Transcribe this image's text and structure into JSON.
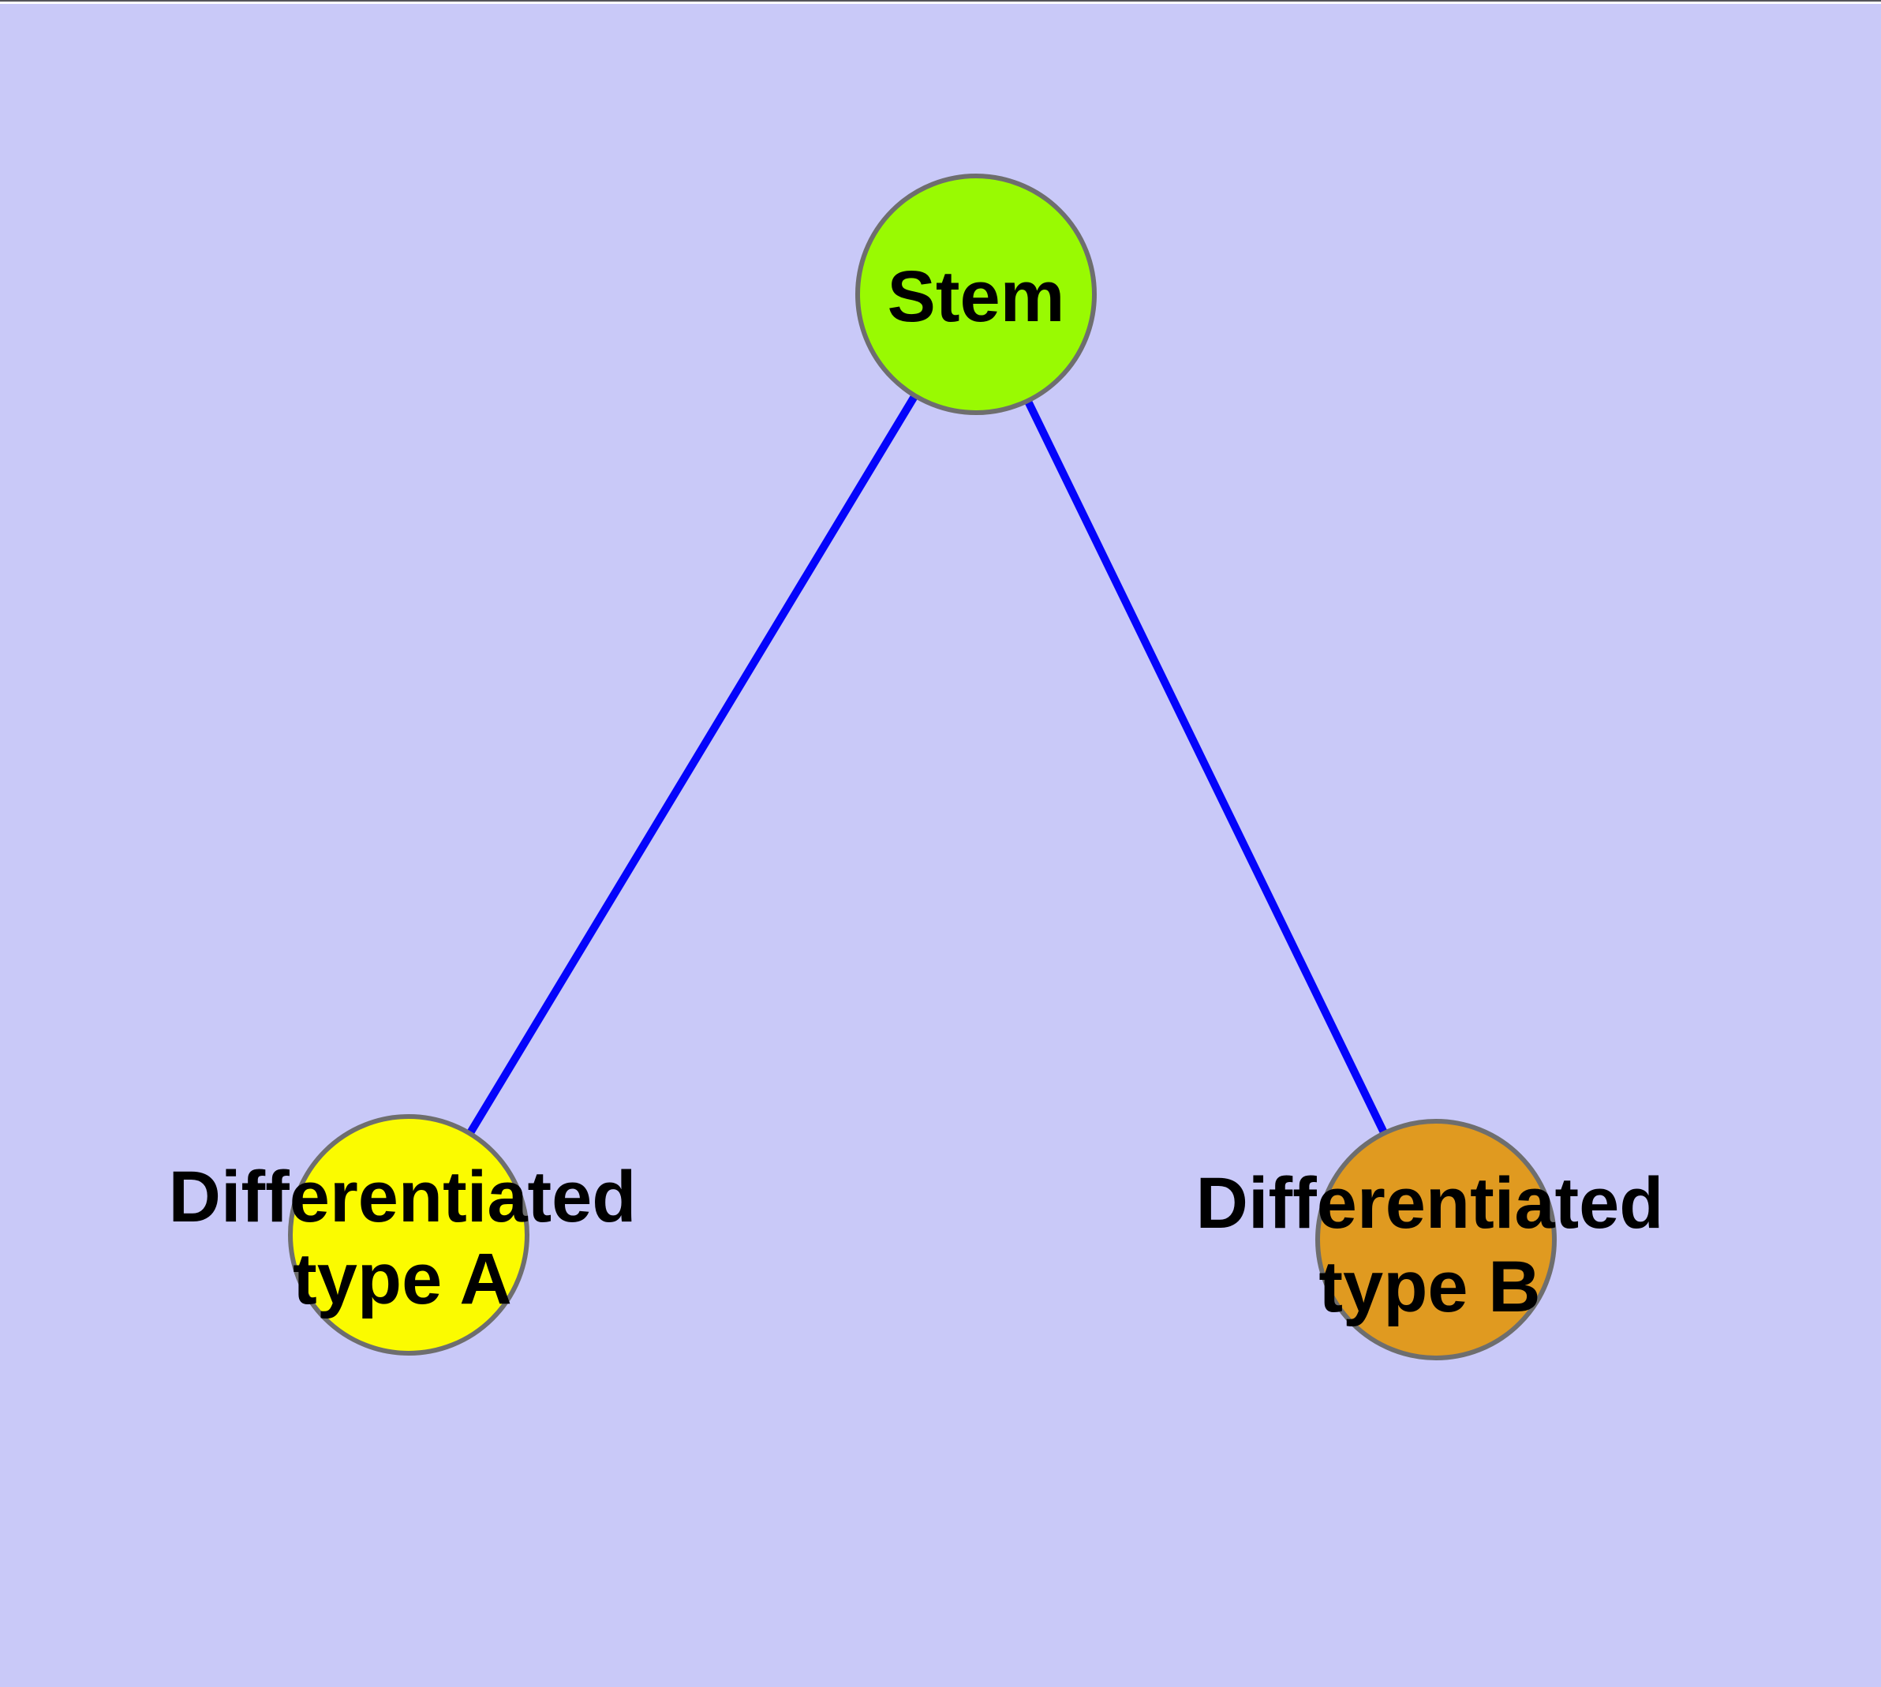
{
  "diagram": {
    "description": "Tree diagram of a stem cell differentiating into two cell types",
    "background_color": "#C9C9F8",
    "edge_color": "#0404FB",
    "node_border_color": "#6E6E6E",
    "label_color": "#000000",
    "nodes": [
      {
        "id": "stem",
        "label": "Stem",
        "fill": "#99FA02"
      },
      {
        "id": "differentiated-type-a",
        "label_line1": "Differentiated",
        "label_line2": "type A",
        "fill": "#FBFB00"
      },
      {
        "id": "differentiated-type-b",
        "label_line1": "Differentiated",
        "label_line2": "type B",
        "fill": "#E09A20"
      }
    ],
    "edges": [
      {
        "from": "Stem",
        "to": "Differentiated type A"
      },
      {
        "from": "Stem",
        "to": "Differentiated type B"
      }
    ]
  }
}
